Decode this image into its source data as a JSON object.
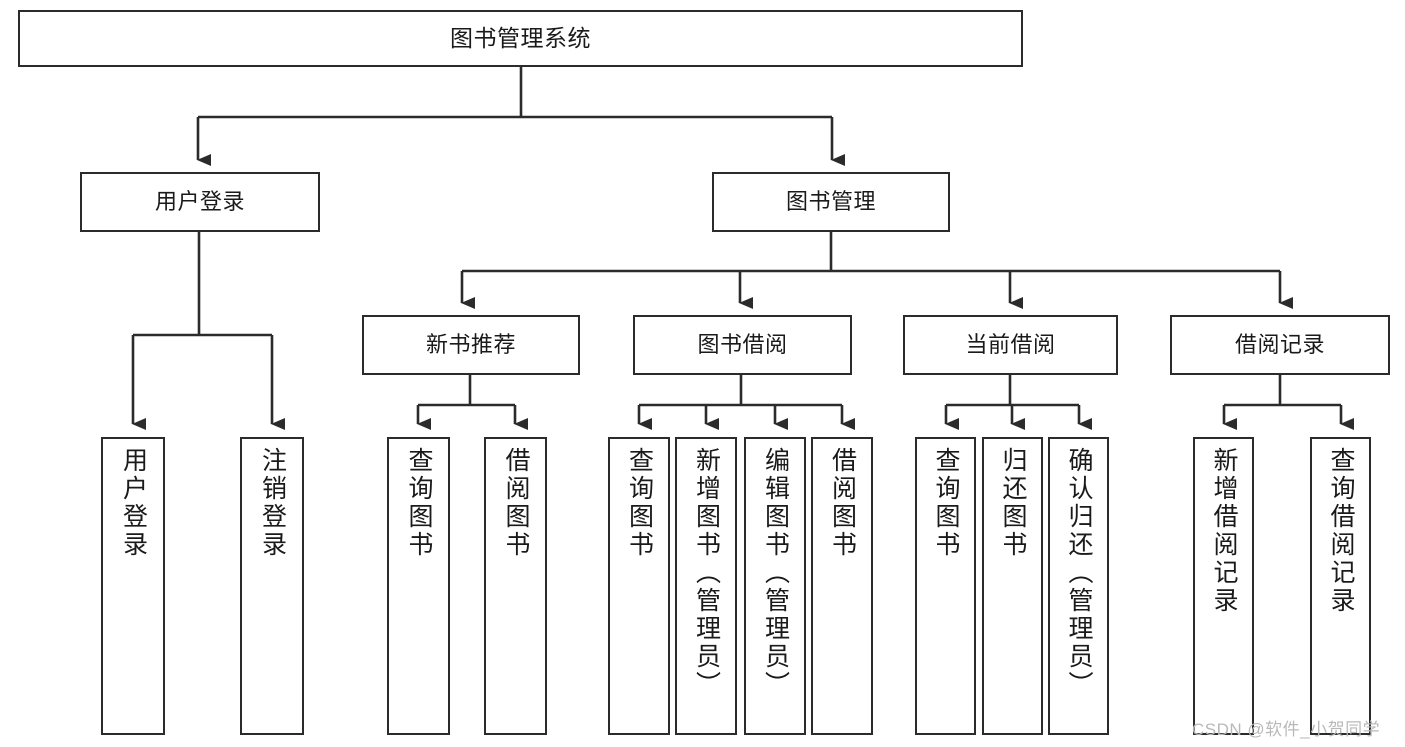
{
  "diagram": {
    "title": "图书管理系统",
    "type": "tree-hierarchy",
    "watermark": "CSDN @软件_小贺同学",
    "colors": {
      "background": "#ffffff",
      "box_border": "#2b2b2b",
      "box_fill": "#ffffff",
      "connector": "#2b2b2b",
      "text": "#1a1a1a",
      "watermark": "#b9b9b9"
    },
    "root": {
      "label": "图书管理系统"
    },
    "level2": [
      {
        "label": "用户登录"
      },
      {
        "label": "图书管理"
      }
    ],
    "level3": [
      {
        "label": "新书推荐"
      },
      {
        "label": "图书借阅"
      },
      {
        "label": "当前借阅"
      },
      {
        "label": "借阅记录"
      }
    ],
    "leaves": {
      "user_login": [
        {
          "label": "用户登录"
        },
        {
          "label": "注销登录"
        }
      ],
      "new_book_recommend": [
        {
          "label": "查询图书"
        },
        {
          "label": "借阅图书"
        }
      ],
      "book_borrow": [
        {
          "label": "查询图书"
        },
        {
          "label": "新增图书（管理员）"
        },
        {
          "label": "编辑图书（管理员）"
        },
        {
          "label": "借阅图书"
        }
      ],
      "current_borrow": [
        {
          "label": "查询图书"
        },
        {
          "label": "归还图书"
        },
        {
          "label": "确认归还（管理员）"
        }
      ],
      "borrow_records": [
        {
          "label": "新增借阅记录"
        },
        {
          "label": "查询借阅记录"
        }
      ]
    }
  }
}
